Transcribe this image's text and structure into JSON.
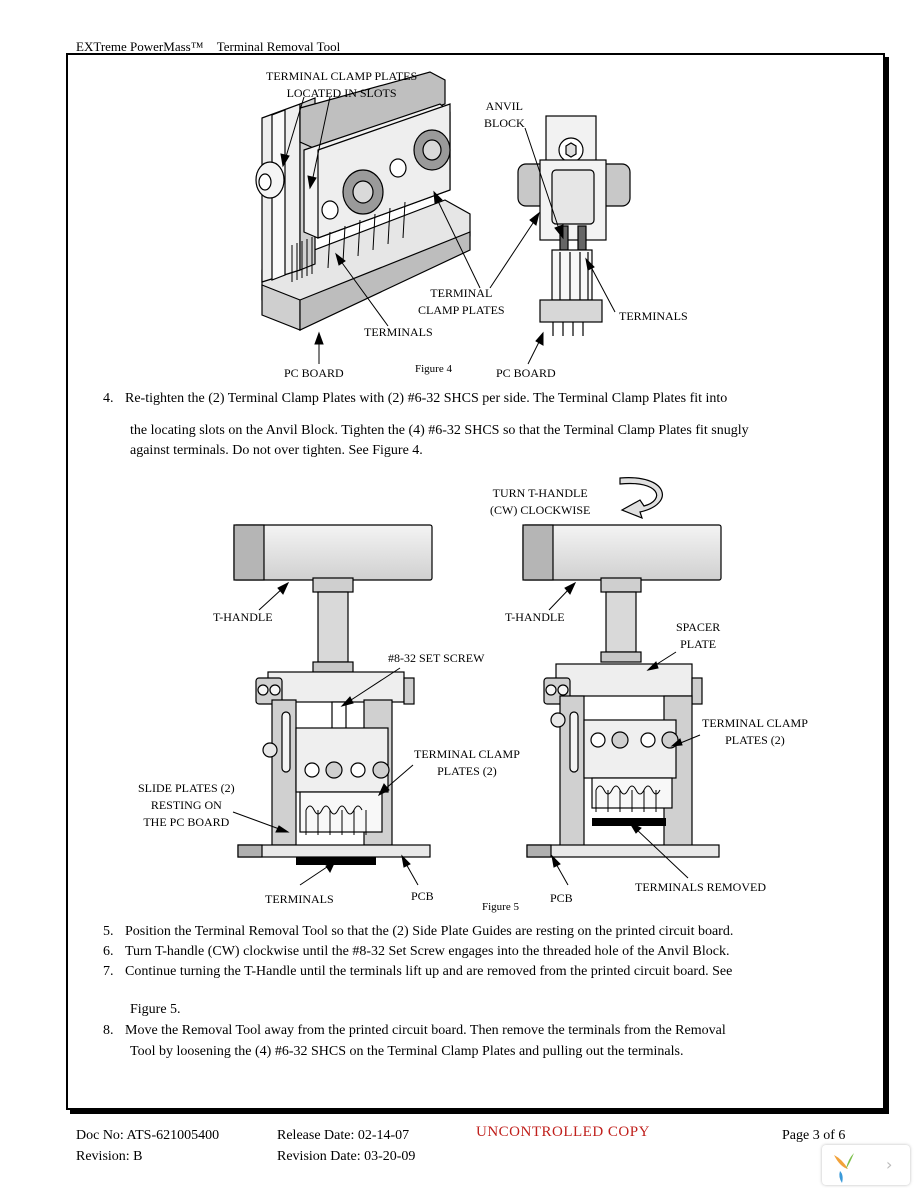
{
  "header": {
    "product": "EXTreme PowerMass™",
    "title": "Terminal Removal Tool"
  },
  "figure4": {
    "caption": "Figure 4",
    "labels": {
      "clamp_slots_1": "TERMINAL CLAMP PLATES",
      "clamp_slots_2": "LOCATED IN SLOTS",
      "anvil_1": "ANVIL",
      "anvil_2": "BLOCK",
      "clamp_1": "TERMINAL",
      "clamp_2": "CLAMP PLATES",
      "terminals_left": "TERMINALS",
      "terminals_right": "TERMINALS",
      "pcboard_left": "PC BOARD",
      "pcboard_right": "PC BOARD"
    }
  },
  "step4": {
    "num": "4.",
    "line1": "Re-tighten the (2) Terminal Clamp Plates with (2) #6-32 SHCS per side.  The Terminal Clamp Plates fit into",
    "line2": "the locating slots on the Anvil Block.  Tighten the (4) #6-32 SHCS so that the Terminal Clamp Plates fit snugly",
    "line3": "against terminals.  Do not over tighten.  See Figure 4."
  },
  "figure5": {
    "caption": "Figure 5",
    "labels": {
      "turn_1": "TURN T-HANDLE",
      "turn_2": "(CW) CLOCKWISE",
      "thandle_left": "T-HANDLE",
      "thandle_right": "T-HANDLE",
      "set_screw": "#8-32 SET SCREW",
      "spacer_1": "SPACER",
      "spacer_2": "PLATE",
      "clamp_left_1": "TERMINAL CLAMP",
      "clamp_left_2": "PLATES (2)",
      "clamp_right_1": "TERMINAL CLAMP",
      "clamp_right_2": "PLATES (2)",
      "slide_1": "SLIDE PLATES (2)",
      "slide_2": "RESTING ON",
      "slide_3": "THE PC BOARD",
      "terminals": "TERMINALS",
      "pcb_left": "PCB",
      "pcb_right": "PCB",
      "removed": "TERMINALS REMOVED"
    }
  },
  "steps": [
    {
      "num": "5.",
      "text": "Position the Terminal Removal Tool so that the (2) Side Plate Guides are resting on the printed circuit board."
    },
    {
      "num": "6.",
      "text": "Turn T-handle (CW) clockwise until the #8-32 Set Screw engages into the threaded hole of the Anvil Block."
    },
    {
      "num": "7.",
      "text": "Continue turning the T-Handle until the terminals lift up and are removed from the printed circuit board.  See"
    },
    {
      "num": "",
      "text": "Figure 5."
    },
    {
      "num": "8.",
      "text": "Move the Removal Tool away from the printed circuit board.  Then remove the terminals from the Removal"
    },
    {
      "num": "",
      "text": "Tool by loosening the (4) #6-32 SHCS on the Terminal Clamp Plates and pulling out the terminals."
    }
  ],
  "footer": {
    "doc_no": "Doc No: ATS-621005400",
    "revision": "Revision: B",
    "release_date": "Release Date: 02-14-07",
    "revision_date": "Revision Date: 03-20-09",
    "stamp": "UNCONTROLLED COPY",
    "page": "Page 3 of 6"
  },
  "icons": {
    "viewer_logo": "viewer-logo-icon",
    "next": "chevron-right-icon"
  },
  "colors": {
    "stamp": "#c0201c"
  }
}
